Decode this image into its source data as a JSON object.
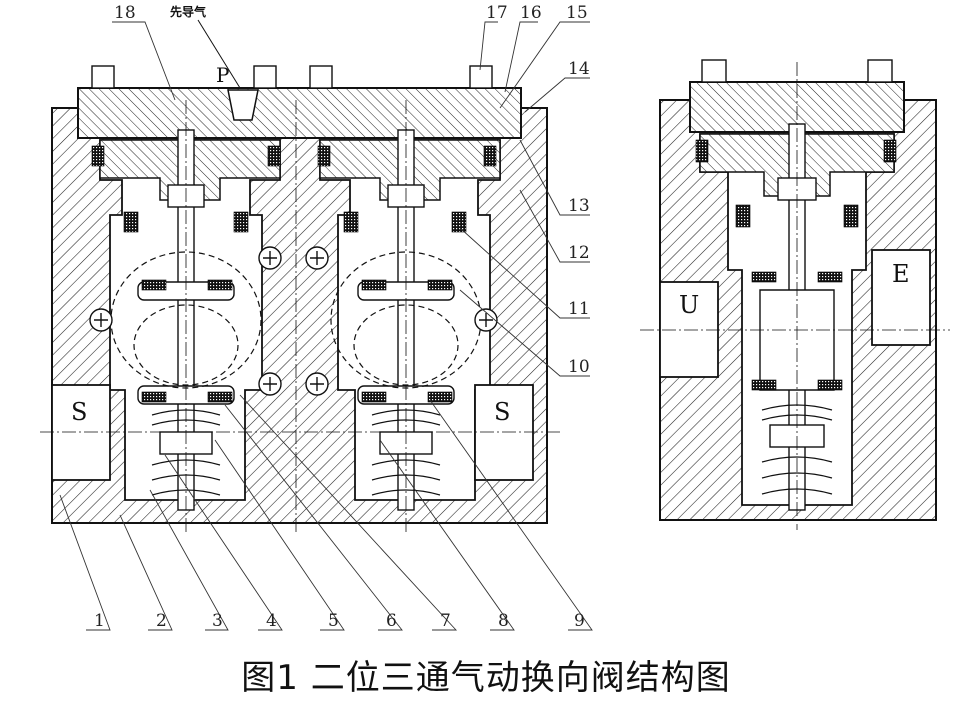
{
  "caption": "图1  二位三通气动换向阀结构图",
  "pilot_label": "先导气",
  "pilot_port": "P",
  "ports": {
    "s_left": "S",
    "s_right": "S",
    "u": "U",
    "e": "E"
  },
  "callouts_top": [
    "18",
    "17",
    "16",
    "15",
    "14"
  ],
  "callouts_right": [
    "13",
    "12",
    "11",
    "10"
  ],
  "callouts_bottom": [
    "1",
    "2",
    "3",
    "4",
    "5",
    "6",
    "7",
    "8",
    "9"
  ]
}
